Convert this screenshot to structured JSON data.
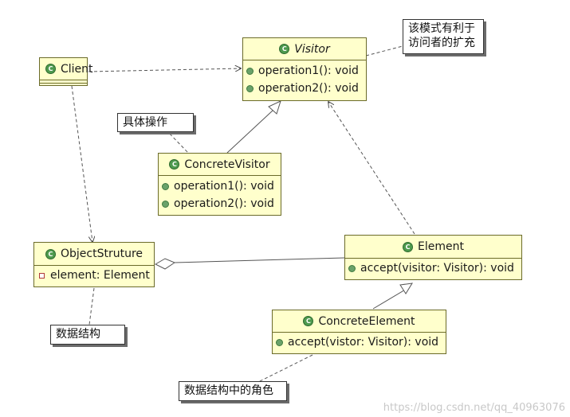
{
  "classes": {
    "client": {
      "name": "Client"
    },
    "visitor": {
      "name": "Visitor",
      "methods": [
        "operation1(): void",
        "operation2(): void"
      ]
    },
    "concrete_visitor": {
      "name": "ConcreteVisitor",
      "methods": [
        "operation1(): void",
        "operation2(): void"
      ]
    },
    "object_structure": {
      "name": "ObjectStruture",
      "fields": [
        "element: Element"
      ]
    },
    "element": {
      "name": "Element",
      "methods": [
        "accept(visitor: Visitor): void"
      ]
    },
    "concrete_element": {
      "name": "ConcreteElement",
      "methods": [
        "accept(vistor: Visitor): void"
      ]
    }
  },
  "notes": {
    "visitor_note": [
      "该模式有利于",
      "访问者的扩充"
    ],
    "concrete_visitor_note": "具体操作",
    "object_structure_note": "数据结构",
    "concrete_element_note": "数据结构中的角色"
  },
  "watermark": "https://blog.csdn.net/qq_40963076"
}
